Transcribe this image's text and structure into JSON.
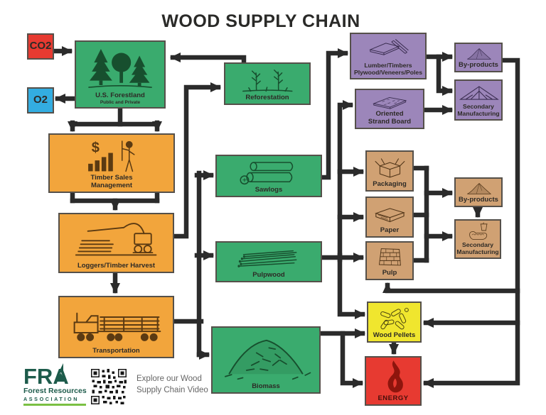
{
  "title": "WOOD SUPPLY CHAIN",
  "colors": {
    "green": "#3aab6e",
    "orange": "#f2a53c",
    "purple": "#9c86ba",
    "tan": "#d0a173",
    "yellow": "#f0e62e",
    "red": "#e73a31",
    "blue": "#33ade1",
    "line": "#2b2b2b",
    "fra_green": "#1d5b4b",
    "fra_accent": "#7ac043"
  },
  "nodes": {
    "co2": {
      "label": "CO2"
    },
    "o2": {
      "label": "O2"
    },
    "forestland": {
      "label": "U.S. Forestland",
      "sublabel": "Public and Private",
      "icon": "forest-trees-icon"
    },
    "tsm": {
      "label": "Timber Sales\nManagement",
      "icon": "dollar-chart-forester-icon"
    },
    "loggers": {
      "label": "Loggers/Timber Harvest",
      "icon": "log-loader-icon"
    },
    "transportation": {
      "label": "Transportation",
      "icon": "log-truck-icon"
    },
    "reforestation": {
      "label": "Reforestation",
      "icon": "seedlings-icon"
    },
    "sawlogs": {
      "label": "Sawlogs",
      "icon": "logs-icon"
    },
    "pulpwood": {
      "label": "Pulpwood",
      "icon": "pulpwood-rods-icon"
    },
    "biomass": {
      "label": "Biomass",
      "icon": "wood-chips-icon"
    },
    "lumber": {
      "label": "Lumber/Timbers\nPlywood/Veneers/Poles",
      "icon": "plywood-poles-icon"
    },
    "osb": {
      "label": "Oriented\nStrand Board",
      "icon": "osb-panel-icon"
    },
    "byproducts_purple": {
      "label": "By-products",
      "icon": "sawdust-pile-icon"
    },
    "secondary_purple": {
      "label": "Secondary\nManufacturing",
      "icon": "roof-truss-icon"
    },
    "packaging": {
      "label": "Packaging",
      "icon": "cardboard-box-icon"
    },
    "paper": {
      "label": "Paper",
      "icon": "paper-ream-icon"
    },
    "pulp": {
      "label": "Pulp",
      "icon": "pulp-bale-icon"
    },
    "byproducts_tan": {
      "label": "By-products",
      "icon": "sawdust-pile-icon"
    },
    "secondary_tan": {
      "label": "Secondary\nManufacturing",
      "icon": "cup-tray-icon"
    },
    "pellets": {
      "label": "Wood Pellets",
      "icon": "pellets-icon"
    },
    "energy": {
      "label": "ENERGY",
      "icon": "flame-icon"
    }
  },
  "footer": {
    "fra_acronym": "FRA",
    "fra_line1": "Forest Resources",
    "fra_line2": "ASSOCIATION",
    "qr": "qr-code",
    "caption": "Explore our Wood\nSupply Chain Video"
  }
}
